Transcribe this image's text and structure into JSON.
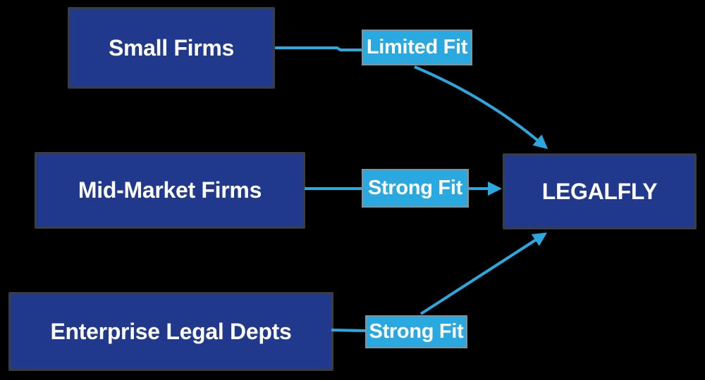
{
  "diagram": {
    "nodes": [
      {
        "id": "small-firms",
        "label": "Small Firms"
      },
      {
        "id": "mid-market-firms",
        "label": "Mid-Market Firms"
      },
      {
        "id": "enterprise-legal-depts",
        "label": "Enterprise Legal Depts"
      },
      {
        "id": "legalfly",
        "label": "LEGALFLY"
      }
    ],
    "edges": [
      {
        "from": "Small Firms",
        "to": "LEGALFLY",
        "label": "Limited Fit"
      },
      {
        "from": "Mid-Market Firms",
        "to": "LEGALFLY",
        "label": "Strong Fit"
      },
      {
        "from": "Enterprise Legal Depts",
        "to": "LEGALFLY",
        "label": "Strong Fit"
      }
    ]
  },
  "colors": {
    "background": "#000000",
    "node-fill": "#21398C",
    "node-border": "#3A3D42",
    "accent": "#29A9E0",
    "label-border": "#8C8F94",
    "text": "#FFFFFF"
  }
}
